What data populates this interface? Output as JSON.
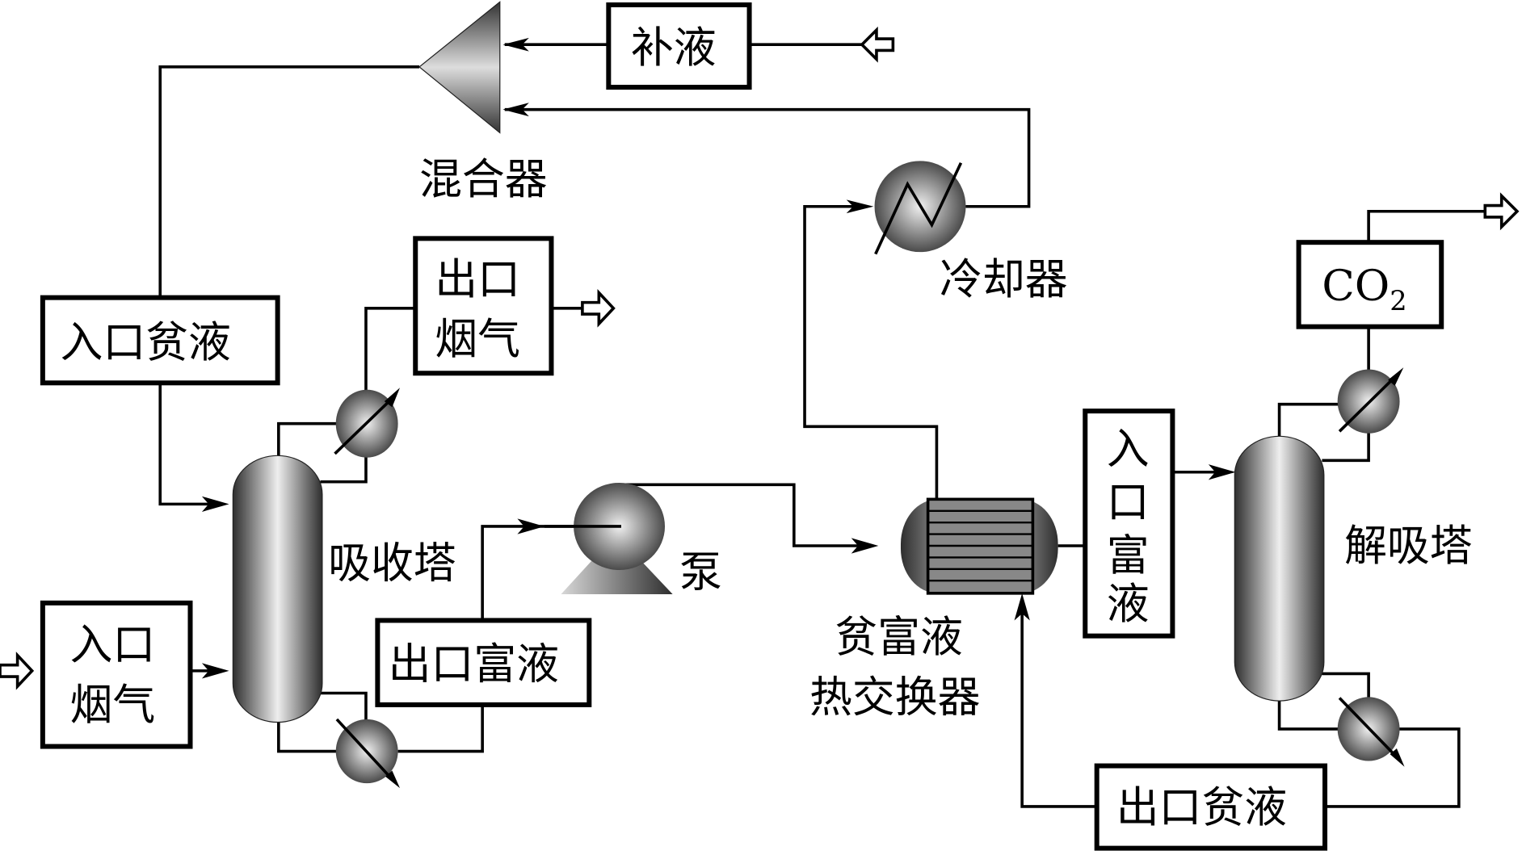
{
  "diagram": {
    "title": "CO2 capture process flow diagram",
    "equipment": {
      "mixer": "混合器",
      "cooler": "冷却器",
      "absorber": "吸收塔",
      "pump": "泵",
      "heat_exchanger_line1": "贫富液",
      "heat_exchanger_line2": "热交换器",
      "stripper": "解吸塔"
    },
    "streams": {
      "makeup": "补液",
      "lean_in": "入口贫液",
      "gas_out_line1": "出口",
      "gas_out_line2": "烟气",
      "gas_in_line1": "入口",
      "gas_in_line2": "烟气",
      "rich_out": "出口富液",
      "rich_in_c1": "入",
      "rich_in_c2": "口",
      "rich_in_c3": "富",
      "rich_in_c4": "液",
      "co2_main": "CO",
      "co2_sub": "2",
      "lean_out": "出口贫液"
    },
    "colors": {
      "line": "#000000",
      "equipment_dark": "#3a3a3a",
      "equipment_light": "#e8e8e8"
    }
  }
}
